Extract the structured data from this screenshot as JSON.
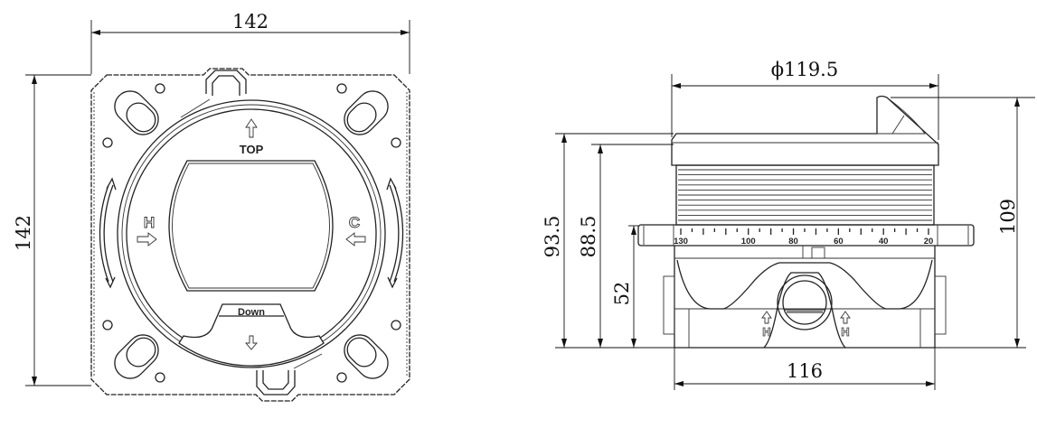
{
  "front_view": {
    "width_dim": "142",
    "height_dim": "142",
    "top_label": "TOP",
    "hot_label": "H",
    "cold_label": "C",
    "down_label": "Down"
  },
  "side_view": {
    "diameter_dim": "ϕ119.5",
    "height_total_dim": "109",
    "height_cap_dim": "93.5",
    "height_thread_dim": "88.5",
    "height_ring_dim": "52",
    "base_width_dim": "116",
    "scale_labels": [
      "130",
      "100",
      "80",
      "60",
      "40",
      "20"
    ],
    "scale_values": [
      130,
      100,
      80,
      60,
      40,
      20
    ],
    "scale_range": [
      130,
      20
    ],
    "hot_marks": [
      "H",
      "H"
    ]
  }
}
